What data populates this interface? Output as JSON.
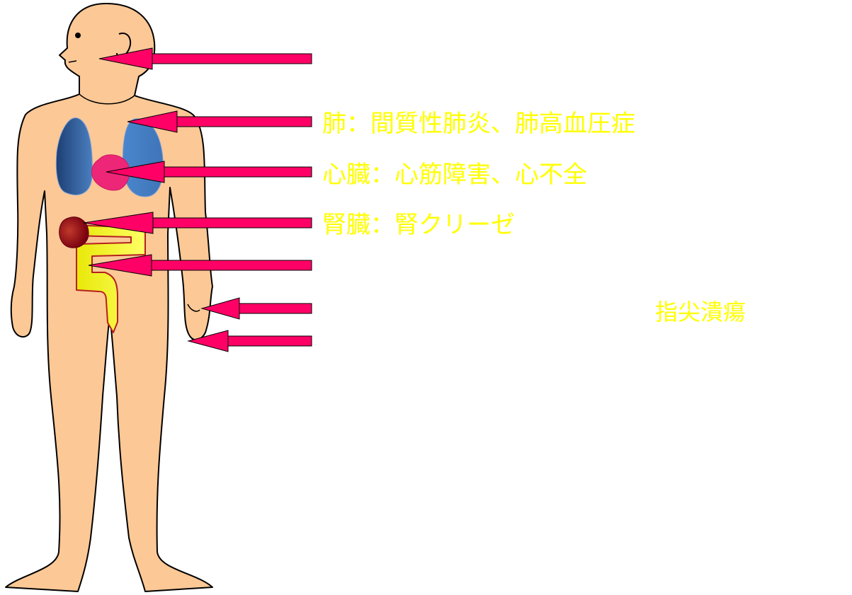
{
  "labels": {
    "lung": "肺：間質性肺炎、肺高血圧症",
    "heart": "心臓：心筋障害、心不全",
    "kidney": "腎臓：腎クリーゼ",
    "finger": "指尖潰瘍"
  },
  "colors": {
    "skin": "#fcc896",
    "outline": "#000000",
    "arrow": "#ff0066",
    "label_text": "#ffff00",
    "lung": "#4a7fc0",
    "heart": "#ee2677",
    "kidney": "#8b0000",
    "intestine": "#f0f000"
  }
}
